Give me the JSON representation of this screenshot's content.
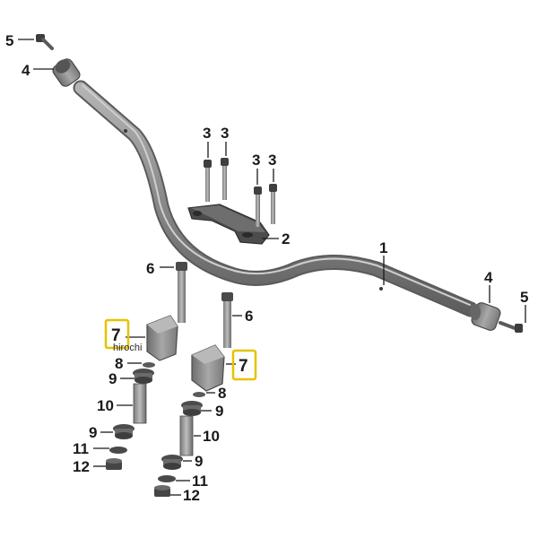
{
  "diagram": {
    "watermark": "hirochi",
    "highlight_color": "#e6c200",
    "part_color": "#8f8f8f",
    "callouts": {
      "c5_left": "5",
      "c4_left": "4",
      "c3_a": "3",
      "c3_b": "3",
      "c3_c": "3",
      "c3_d": "3",
      "c2": "2",
      "c1": "1",
      "c4_right": "4",
      "c5_right": "5",
      "c6_left": "6",
      "c6_right": "6",
      "c7_left": "7",
      "c7_right": "7",
      "c8_left": "8",
      "c8_right": "8",
      "c9_left_top": "9",
      "c9_right_top": "9",
      "c10_left": "10",
      "c10_right": "10",
      "c9_left_bottom": "9",
      "c9_right_bottom": "9",
      "c11_left": "11",
      "c11_right": "11",
      "c12_left": "12",
      "c12_right": "12"
    }
  }
}
